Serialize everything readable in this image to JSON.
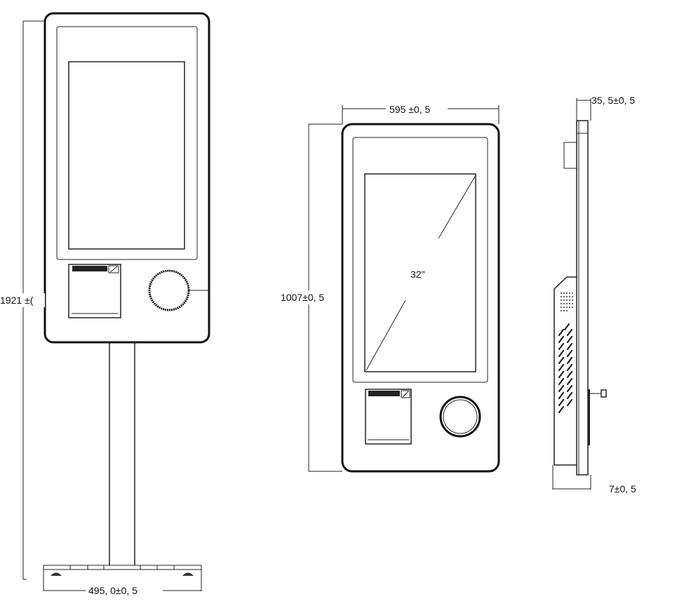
{
  "title": "Self-service kiosk dimension drawing",
  "views": {
    "floor_stand": {
      "height_label": "1921 ±(",
      "base_width_label": "495, 0±0, 5"
    },
    "front": {
      "width_label": "595 ±0, 5",
      "height_label": "1007±0, 5",
      "screen_size_label": "32\""
    },
    "side": {
      "depth_label": "35, 5±0, 5",
      "bottom_offset_label": "7±0, 5"
    }
  },
  "colors": {
    "line": "#222222",
    "background": "#ffffff"
  }
}
